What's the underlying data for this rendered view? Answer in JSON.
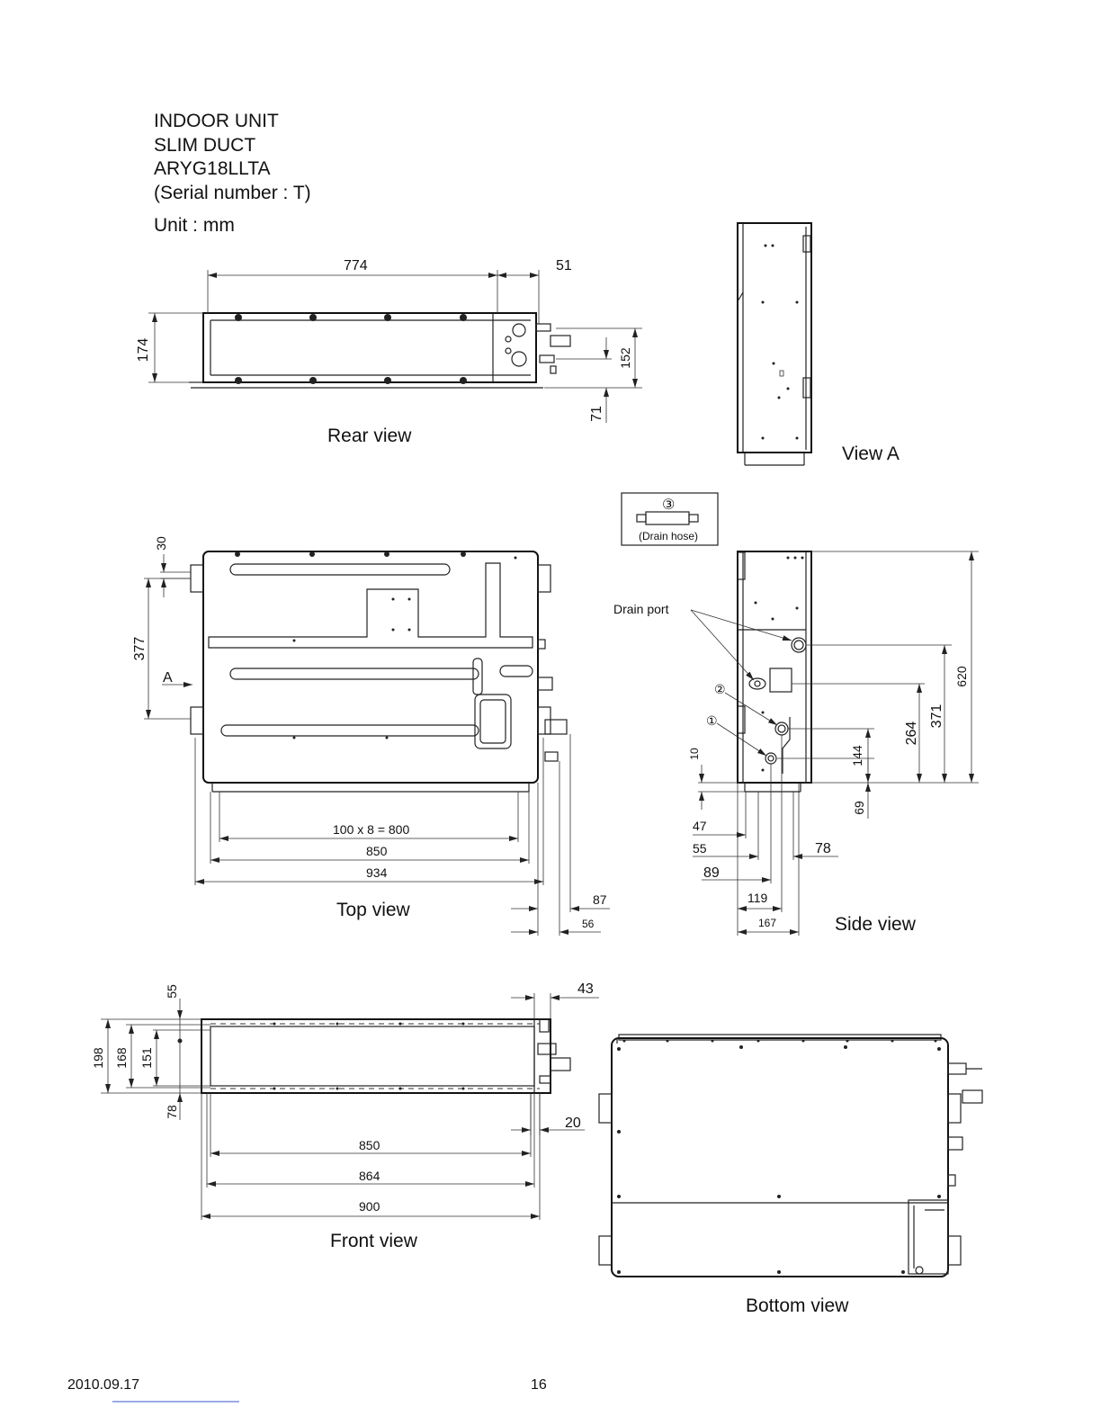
{
  "header": {
    "line1": "INDOOR UNIT",
    "line2": "SLIM DUCT",
    "line3": "ARYG18LLTA",
    "line4": "(Serial number : T)",
    "unit": "Unit : mm"
  },
  "views": {
    "rear": "Rear view",
    "view_a": "View A",
    "top": "Top view",
    "side": "Side view",
    "front": "Front view",
    "bottom": "Bottom view"
  },
  "callouts": {
    "drain_port": "Drain port",
    "drain_hose": "(Drain hose)",
    "marker1": "①",
    "marker2": "②",
    "marker3": "③",
    "arrow_a": "A"
  },
  "dimensions": {
    "rear": {
      "w774": "774",
      "w51": "51",
      "h174": "174",
      "h152": "152",
      "h71": "71"
    },
    "top": {
      "h30": "30",
      "h377": "377",
      "pitch": "100 x 8 = 800",
      "w850": "850",
      "w934": "934",
      "w87": "87",
      "w56": "56"
    },
    "side": {
      "h620": "620",
      "h371": "371",
      "h264": "264",
      "h144": "144",
      "h69": "69",
      "h10": "10",
      "w47": "47",
      "w55": "55",
      "w78": "78",
      "w89": "89",
      "w119": "119",
      "w167": "167"
    },
    "front": {
      "h55": "55",
      "h198": "198",
      "h168": "168",
      "h151": "151",
      "h78": "78",
      "w43": "43",
      "w20": "20",
      "w850": "850",
      "w864": "864",
      "w900": "900"
    }
  },
  "footer": {
    "date": "2010.09.17",
    "page": "16"
  }
}
